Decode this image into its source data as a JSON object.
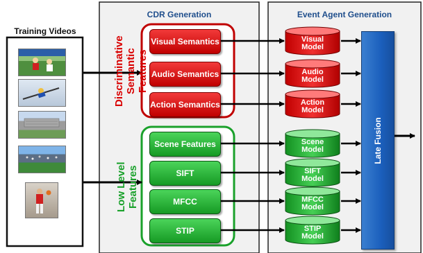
{
  "training_videos_label": "Training Videos",
  "cdr_title": "CDR Generation",
  "event_agent_title": "Event Agent Generation",
  "discriminative_label": "Discriminative Semantic\nFeatures",
  "low_level_label": "Low Level\nFeatures",
  "semantic_features": [
    {
      "label": "Visual Semantics"
    },
    {
      "label": "Audio Semantics"
    },
    {
      "label": "Action Semantics"
    }
  ],
  "low_level_features": [
    {
      "label": "Scene Features"
    },
    {
      "label": "SIFT"
    },
    {
      "label": "MFCC"
    },
    {
      "label": "STIP"
    }
  ],
  "semantic_models": [
    {
      "label": "Visual Model"
    },
    {
      "label": "Audio Model"
    },
    {
      "label": "Action Model"
    }
  ],
  "low_level_models": [
    {
      "label": "Scene Model"
    },
    {
      "label": "SIFT Model"
    },
    {
      "label": "MFCC Model"
    },
    {
      "label": "STIP Model"
    }
  ],
  "late_fusion_label": "Late Fusion",
  "thumbnails": [
    {
      "name": "field-hockey-thumbnail"
    },
    {
      "name": "ski-jump-thumbnail"
    },
    {
      "name": "stadium-thumbnail"
    },
    {
      "name": "baseball-crowd-thumbnail"
    },
    {
      "name": "basketball-thumbnail"
    }
  ],
  "colors": {
    "semantic_red": "#d90000",
    "low_level_green": "#1aa12b",
    "title_blue": "#1f4e8c",
    "fusion_blue": "#1b5fbc"
  }
}
